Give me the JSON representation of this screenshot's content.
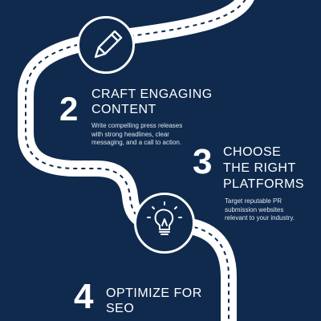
{
  "steps": [
    {
      "number": "2",
      "title_lines": [
        "CRAFT ENGAGING",
        "CONTENT"
      ],
      "desc_lines": [
        "Write compelling press releases",
        "with strong headlines, clear",
        "messaging, and a call to action."
      ],
      "icon": "pen-icon"
    },
    {
      "number": "3",
      "title_lines": [
        "CHOOSE",
        "THE RIGHT",
        "PLATFORMS"
      ],
      "desc_lines": [
        "Target reputable PR",
        "submission websites",
        "relevant to your industry."
      ]
    },
    {
      "number": "4",
      "title_lines": [
        "OPTIMIZE FOR",
        "SEO"
      ],
      "desc_lines": [],
      "icon": "lightbulb-icon"
    }
  ],
  "colors": {
    "background": "#0f2a4d",
    "road": "#ffffff",
    "road_dash": "#0f2a4d",
    "text": "#ffffff"
  }
}
